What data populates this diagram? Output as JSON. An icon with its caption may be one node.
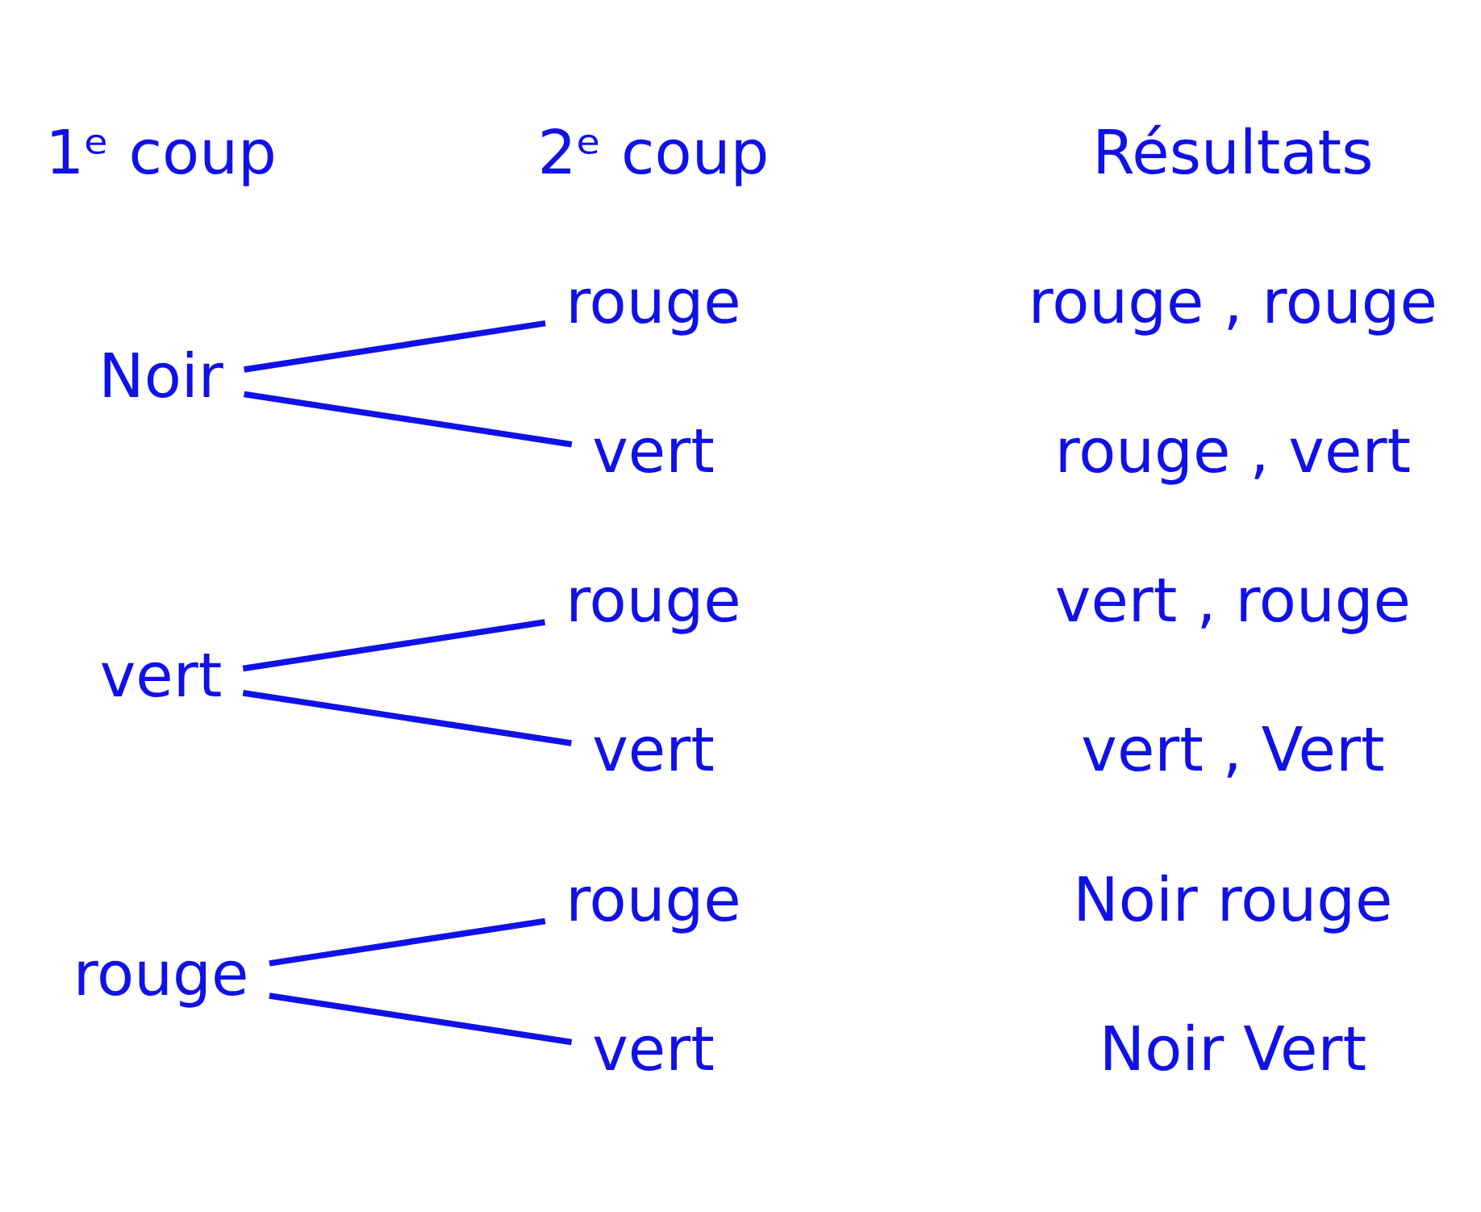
{
  "diagram": {
    "nodes": [
      {
        "text": [
          "rouge"
        ]
      },
      {
        "text": [
          "rouge"
        ]
      },
      {
        "text": [
          "vert"
        ]
      },
      {
        "text": [
          "vert"
        ]
      },
      {
        "text": [
          "rouge"
        ]
      },
      {
        "text": [
          "vert"
        ]
      },
      {
        "text": [
          "Noir"
        ]
      },
      {
        "text": [
          "rouge"
        ]
      },
      {
        "text": [
          "vert"
        ]
      }
    ],
    "edges": [
      {
        "from": 0,
        "to": 1,
        "arrow": "none"
      },
      {
        "from": 0,
        "to": 2,
        "arrow": "none"
      },
      {
        "from": 3,
        "to": 4,
        "arrow": "none"
      },
      {
        "from": 3,
        "to": 5,
        "arrow": "none"
      },
      {
        "from": 6,
        "to": 7,
        "arrow": "none"
      },
      {
        "from": 6,
        "to": 8,
        "arrow": "none"
      }
    ],
    "labels": [
      "1ᵉ coup",
      "2ᵉ coup",
      "Résultats",
      "rouge , rouge",
      "rouge , vert",
      "vert , rouge",
      "vert , Vert",
      "Noir rouge",
      "Noir Vert"
    ]
  }
}
